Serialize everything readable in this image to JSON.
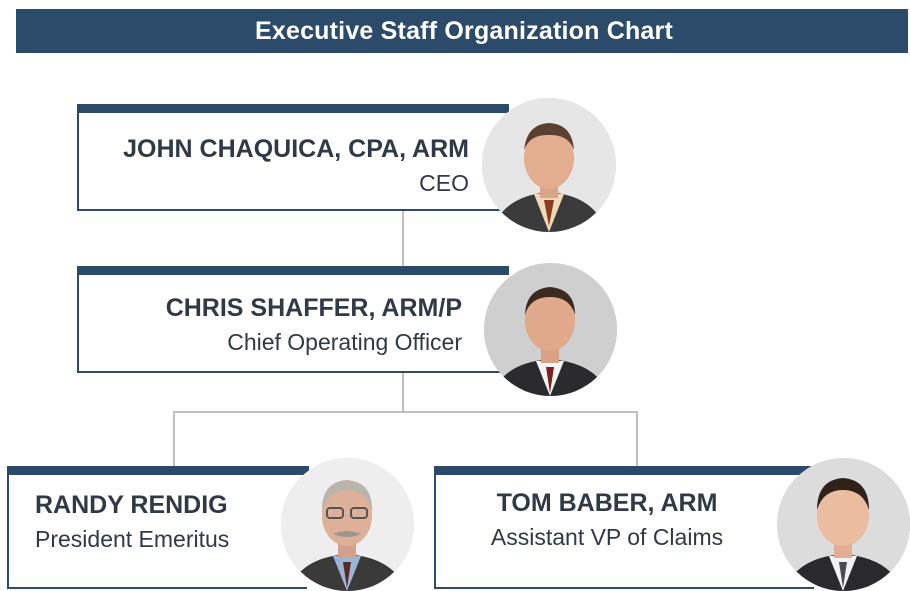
{
  "header": {
    "title": "Executive Staff Organization Chart"
  },
  "people": [
    {
      "name": "JOHN CHAQUICA, CPA, ARM",
      "title": "CEO"
    },
    {
      "name": "CHRIS SHAFFER, ARM/P",
      "title": "Chief Operating Officer"
    },
    {
      "name": "RANDY RENDIG",
      "title": "President Emeritus"
    },
    {
      "name": "TOM BABER, ARM",
      "title": "Assistant VP of Claims"
    }
  ],
  "colors": {
    "accent": "#2c4a69",
    "connector": "#bfbfbf",
    "text": "#2f3a46"
  }
}
